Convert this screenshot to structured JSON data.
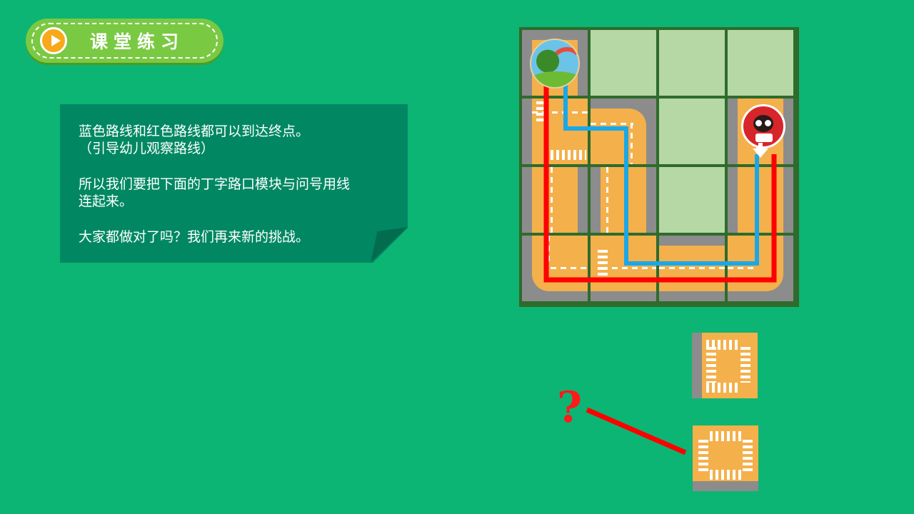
{
  "header": {
    "title": "课堂练习",
    "icon": "play-icon"
  },
  "note": {
    "paragraphs": [
      [
        "蓝色路线和红色路线都可以到达终点。",
        "（引导幼儿观察路线）"
      ],
      [
        "所以我们要把下面的丁字路口模块与问号用线",
        "连起来。"
      ],
      [
        "大家都做对了吗？我们再来新的挑战。"
      ]
    ]
  },
  "answer": {
    "question_mark": "?"
  },
  "colors": {
    "background": "#0cb574",
    "badge": "#7ac943",
    "note": "#018863",
    "road": "#f4b04b",
    "grass": "#b5d8a4",
    "asphalt": "#8c8c8c",
    "red_route": "#ff0000",
    "blue_route": "#1aa7e8"
  },
  "icons": {
    "start": "rainbow-park-icon",
    "end": "panda-destination-icon",
    "arrow": "arrow-down-icon"
  }
}
